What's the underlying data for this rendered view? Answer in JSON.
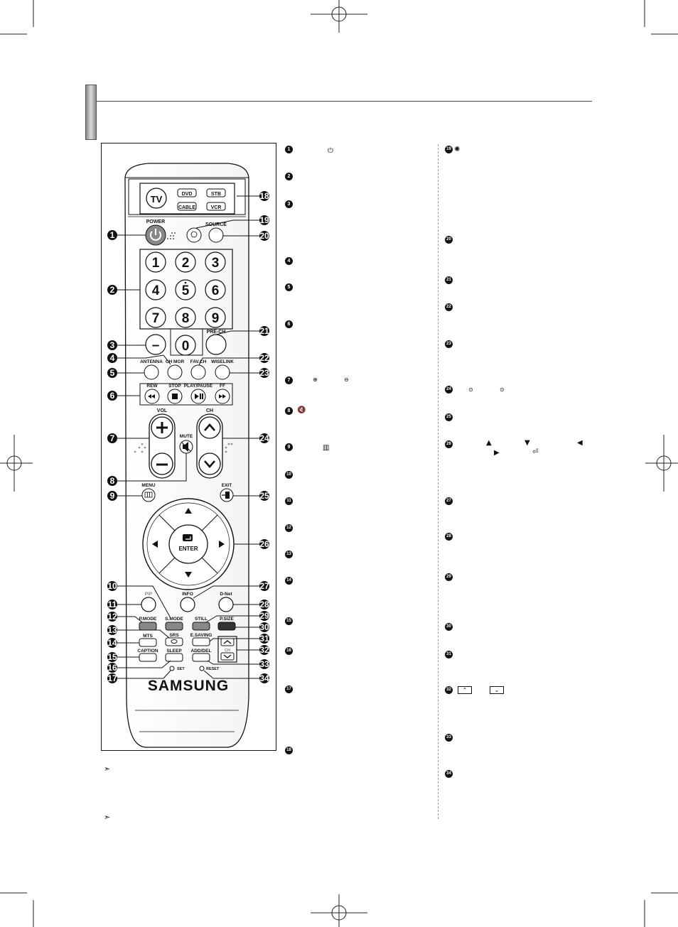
{
  "remote": {
    "tv": "TV",
    "dvd": "DVD",
    "stb": "STB",
    "cable": "CABLE",
    "vcr": "VCR",
    "power": "POWER",
    "source": "SOURCE",
    "numbers": [
      "1",
      "2",
      "3",
      "4",
      "5",
      "6",
      "7",
      "8",
      "9"
    ],
    "zero": "0",
    "dash": "–",
    "prech": "PRE-CH",
    "antenna": "ANTENNA",
    "chmgr": "CH MGR",
    "favch": "FAV.CH",
    "wiselink": "WISELINK",
    "rew": "REW",
    "stop": "STOP",
    "playpause": "PLAY/PAUSE",
    "ff": "FF",
    "vol": "VOL",
    "ch": "CH",
    "mute": "MUTE",
    "menu": "MENU",
    "exit": "EXIT",
    "enter": "ENTER",
    "pip": "PIP",
    "info": "INFO",
    "dnet": "D-Net",
    "pmode": "P.MODE",
    "smode": "S.MODE",
    "still": "STILL",
    "psize": "P.SIZE",
    "srs": "SRS",
    "esaving": "E.SAVING",
    "mts": "MTS",
    "caption": "CAPTION",
    "sleep": "SLEEP",
    "chsmall": "CH",
    "adddel": "ADD/DEL",
    "set": "SET",
    "reset": "RESET",
    "brand": "SAMSUNG"
  },
  "callouts": [
    "1",
    "2",
    "3",
    "4",
    "5",
    "6",
    "7",
    "8",
    "9",
    "10",
    "11",
    "12",
    "13",
    "14",
    "15",
    "16",
    "17",
    "18",
    "19",
    "20",
    "21",
    "22",
    "23",
    "24",
    "25",
    "26",
    "27",
    "28",
    "29",
    "30",
    "31",
    "32",
    "33",
    "34"
  ],
  "icons": {
    "power": "power-icon",
    "light": "bulb-icon",
    "vol_up": "plus-icon",
    "vol_down": "minus-icon",
    "mute": "speaker-mute-icon",
    "menu": "menu-icon",
    "exit": "exit-icon",
    "enter": "enter-icon",
    "arrow_up": "up-arrow-icon",
    "arrow_down": "down-arrow-icon",
    "arrow_left": "left-arrow-icon",
    "arrow_right": "right-arrow-icon",
    "note": "note-arrow-icon"
  }
}
